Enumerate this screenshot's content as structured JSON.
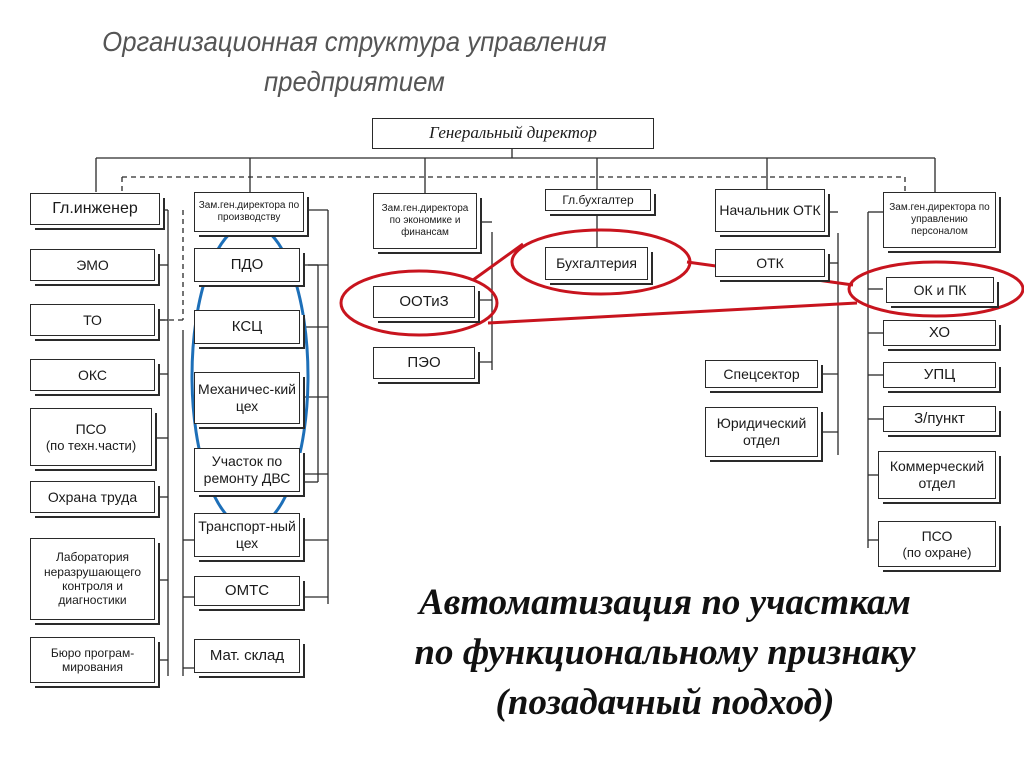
{
  "title": [
    "Организационная структура управления",
    "предприятием"
  ],
  "ceo": "Генеральный директор",
  "col_engineer": {
    "head": "Гл.инженер",
    "items": [
      "ЭМО",
      "ТО",
      "ОКС",
      "ПСО",
      "(по техн.части)",
      "Охрана труда",
      "Лаборатория неразрушающего контроля и диагностики",
      "Бюро програм-мирования"
    ]
  },
  "col_production": {
    "head": "Зам.ген.директора по производству",
    "items": [
      "ПДО",
      "КСЦ",
      "Механичес-кий цех",
      "Участок по ремонту ДВС",
      "Транспорт-ный цех",
      "ОМТС",
      "Мат. склад"
    ]
  },
  "col_economy": {
    "head": "Зам.ген.директора по экономике и финансам",
    "items": [
      "ООТиЗ",
      "ПЭО"
    ]
  },
  "col_accounting": {
    "head": "Гл.бухгалтер",
    "items": [
      "Бухгалтерия"
    ]
  },
  "col_otk": {
    "head": "Начальник ОТК",
    "items": [
      "ОТК",
      "Спецсектор",
      "Юридический отдел"
    ]
  },
  "col_personnel": {
    "head": "Зам.ген.директора по управлению персоналом",
    "items": [
      "ОК и ПК",
      "ХО",
      "УПЦ",
      "З/пункт",
      "Коммерческий отдел",
      "ПСО",
      "(по охране)"
    ]
  },
  "caption": [
    "Автоматизация по участкам",
    "по функциональному признаку",
    "(позадачный подход)"
  ],
  "colors": {
    "line": "#2a2a2a",
    "blue_highlight": "#1d6fb8",
    "red_highlight": "#c8141e",
    "title_gray": "#555555"
  }
}
